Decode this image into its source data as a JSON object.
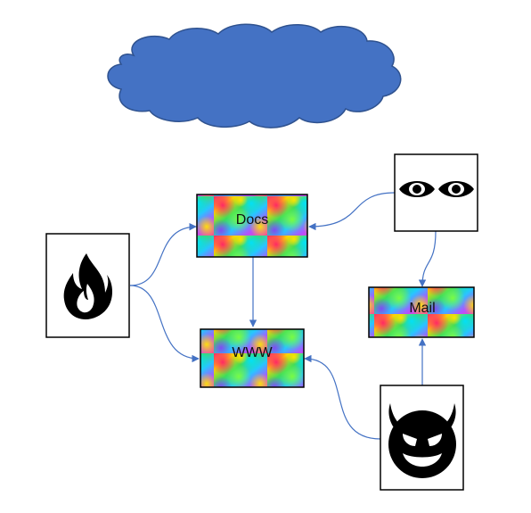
{
  "colors": {
    "background": "#ffffff",
    "cloud_fill": "#4472c4",
    "cloud_stroke": "#2f528f",
    "connector": "#4472c4",
    "icon_box_stroke": "#000000",
    "icon_fill": "#000000"
  },
  "nodes": {
    "docs": {
      "label": "Docs"
    },
    "www": {
      "label": "WWW"
    },
    "mail": {
      "label": "Mail"
    }
  },
  "icons": {
    "fire": "fire-icon",
    "eyes": "eyes-icon",
    "devil": "devil-icon",
    "cloud": "cloud-shape"
  },
  "edges": [
    {
      "from": "fire",
      "to": "docs"
    },
    {
      "from": "fire",
      "to": "www"
    },
    {
      "from": "docs",
      "to": "www"
    },
    {
      "from": "eyes",
      "to": "docs"
    },
    {
      "from": "eyes",
      "to": "mail"
    },
    {
      "from": "devil",
      "to": "mail"
    },
    {
      "from": "devil",
      "to": "www"
    }
  ]
}
